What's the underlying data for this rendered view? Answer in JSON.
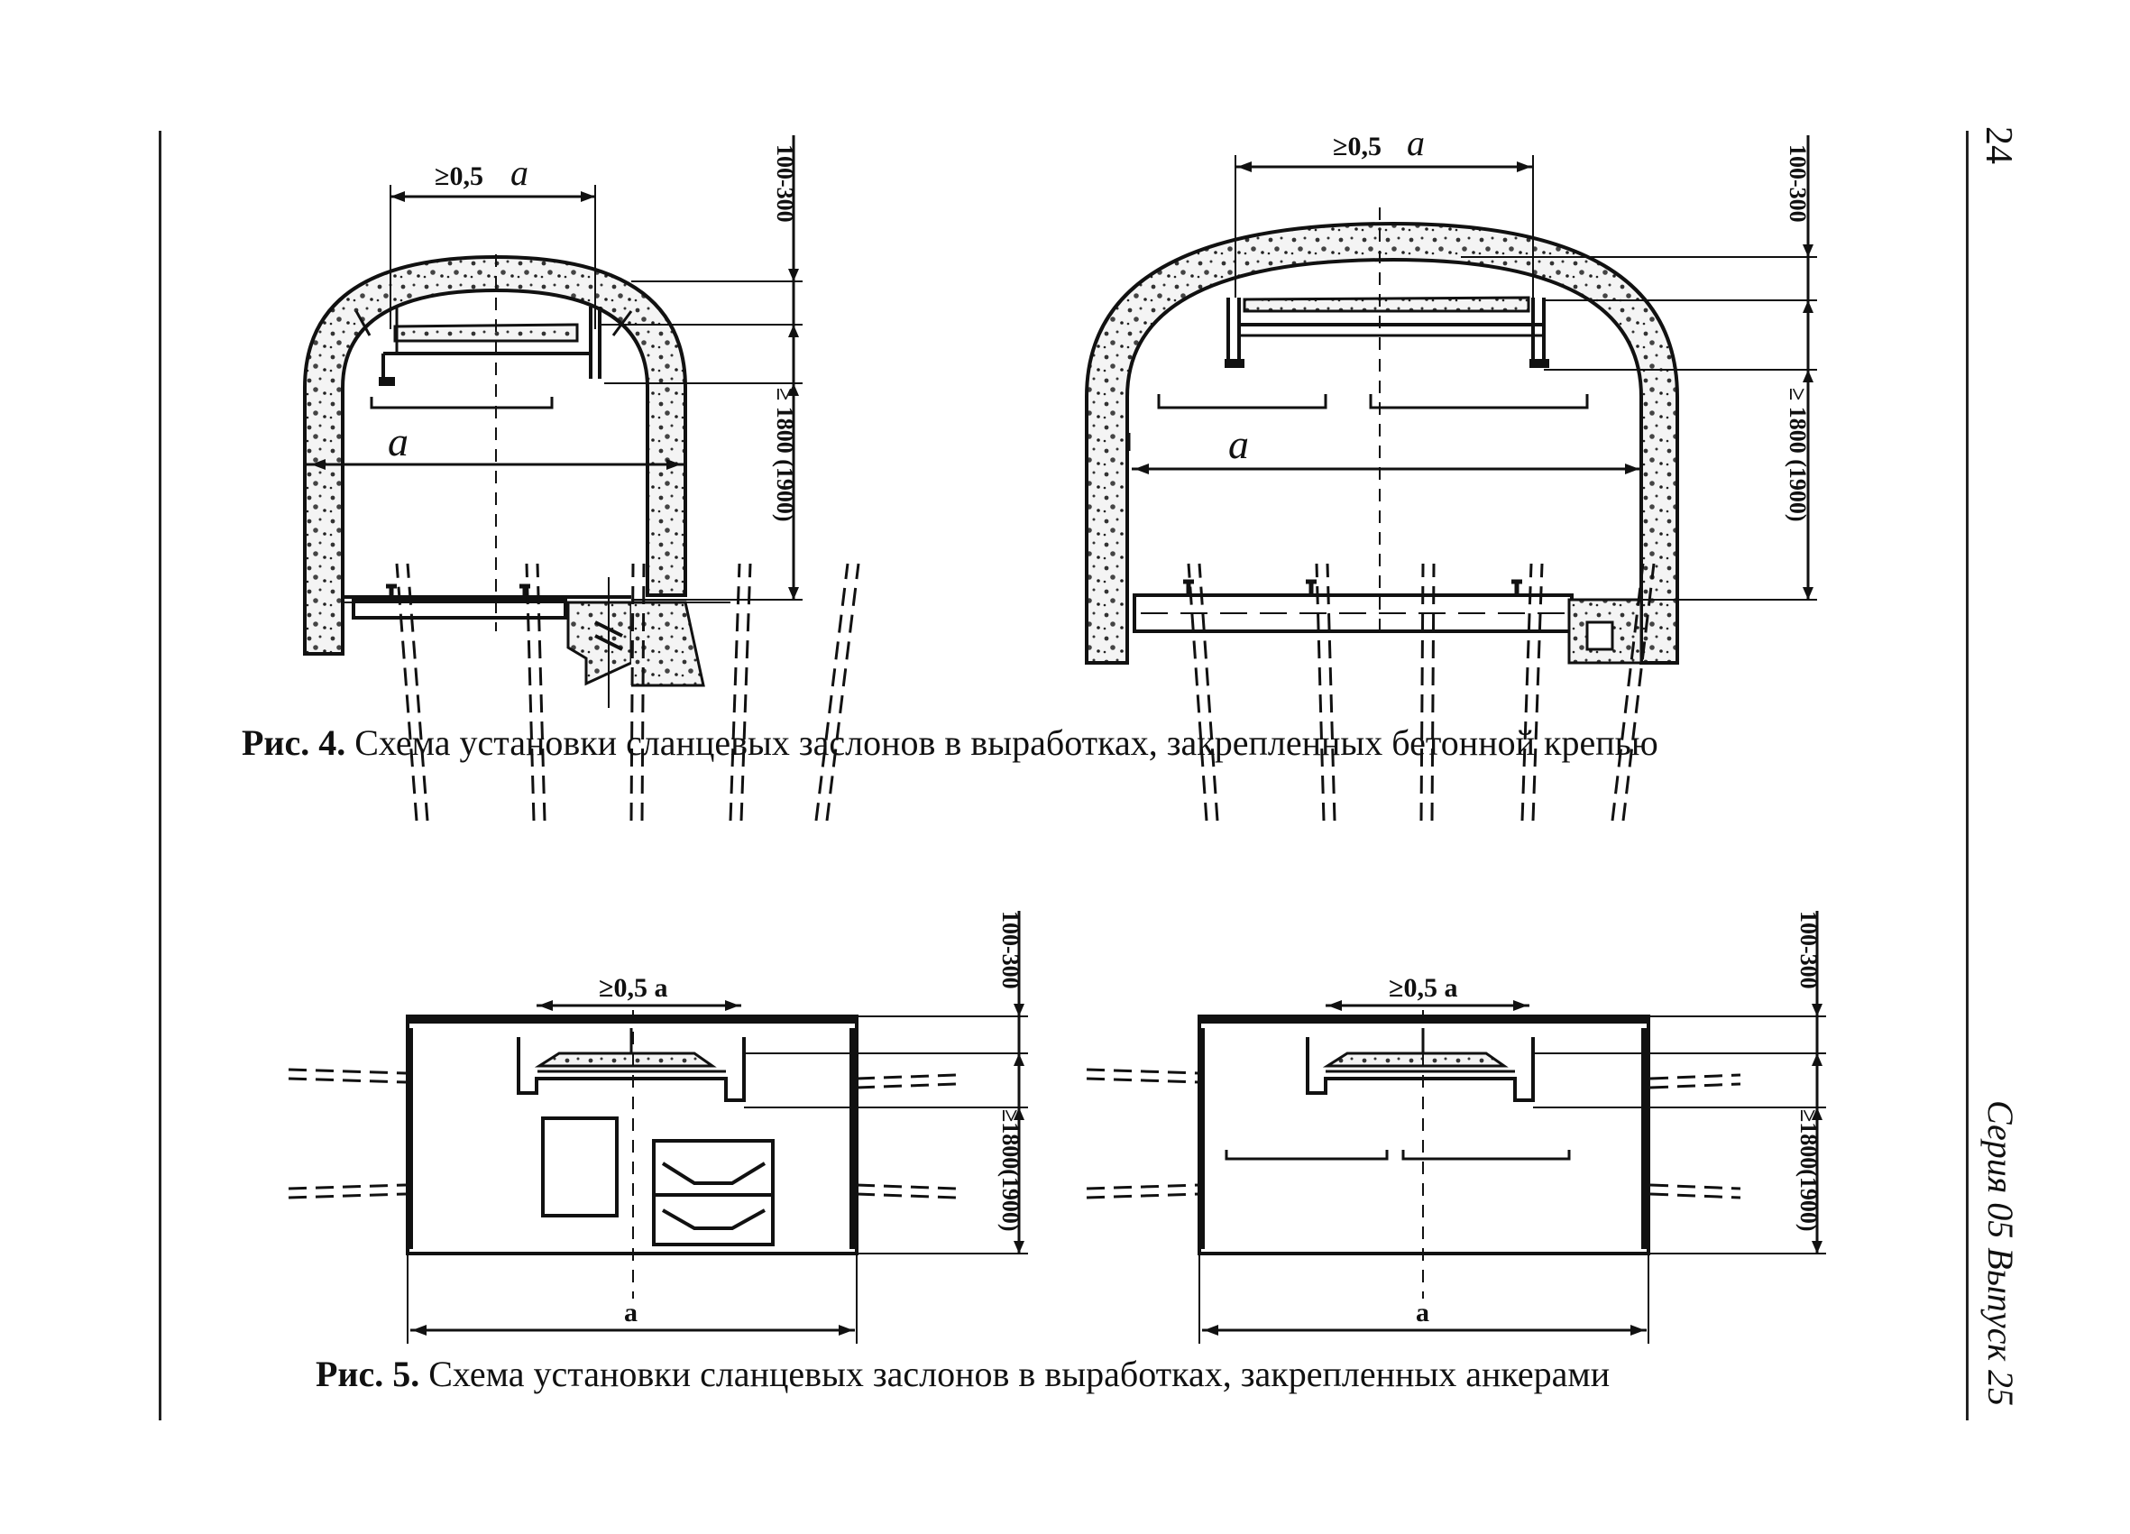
{
  "page_number": "24",
  "series_label": "Серия 05  Выпуск 25",
  "fig4": {
    "caption_prefix": "Рис. 4.",
    "caption_text": " Схема установки сланцевых заслонов в выработках, закрепленных бетонной крепью",
    "dim_half_a": "≥0,5",
    "dim_a_italic": "a",
    "dim_a": "a",
    "dim_top": "100-300",
    "dim_height": "≥ 1800 (1900)"
  },
  "fig5": {
    "caption_prefix": "Рис. 5.",
    "caption_text": " Схема установки сланцевых заслонов в выработках, закрепленных анкерами",
    "dim_half_a": "≥0,5 а",
    "dim_a": "а",
    "dim_top": "100-300",
    "dim_height": "≥1800(1900)"
  }
}
